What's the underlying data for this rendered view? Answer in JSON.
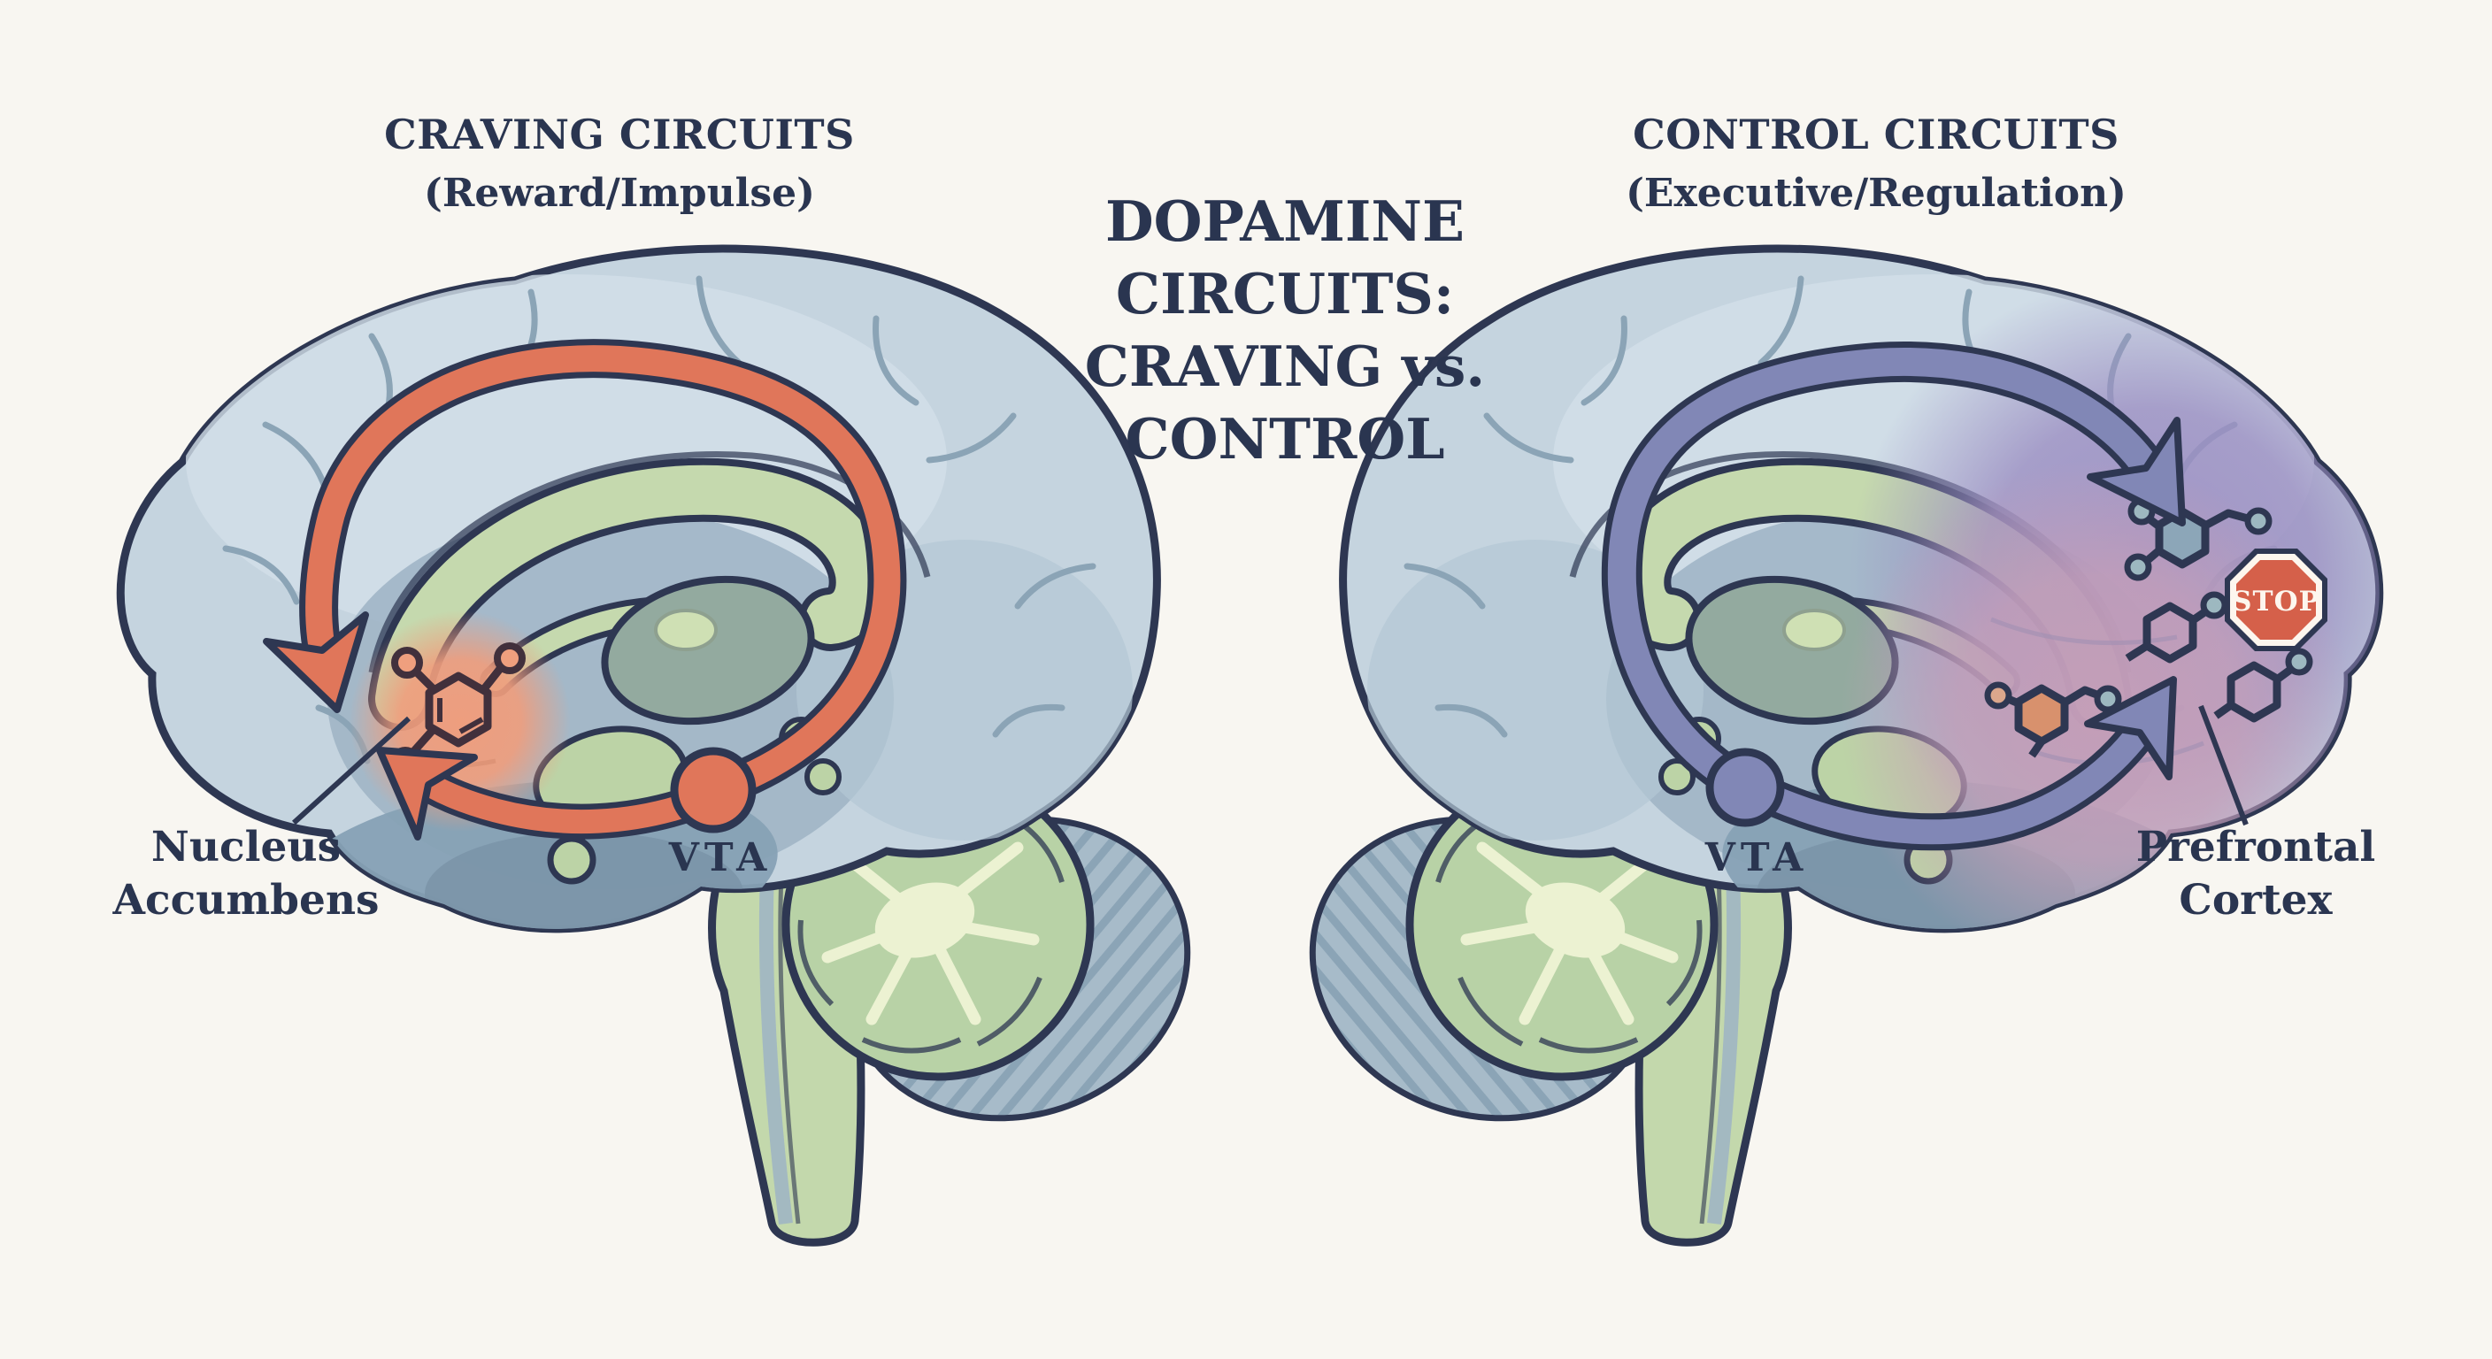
{
  "title": {
    "line1": "DOPAMINE CIRCUITS:",
    "line2": "CRAVING vs. CONTROL"
  },
  "left_panel": {
    "heading": "CRAVING CIRCUITS",
    "subheading": "(Reward/Impulse)",
    "labels": {
      "nucleus_accumbens": "Nucleus Accumbens",
      "vta": "VTA"
    }
  },
  "right_panel": {
    "heading": "CONTROL CIRCUITS",
    "subheading": "(Executive/Regulation)",
    "labels": {
      "vta": "VTA",
      "prefrontal_cortex": "Prefrontal Cortex"
    },
    "stop_sign": "STOP"
  },
  "icons": {
    "stop_sign": "stop-sign-icon",
    "dopamine_molecule": "dopamine-molecule-icon"
  },
  "colors": {
    "background": "#f8f6f1",
    "text_navy": "#2a3550",
    "outline_navy": "#2e3752",
    "cortex_blue": "#c5d4df",
    "limbic_green": "#c5d9ae",
    "craving_accent": "#e0765a",
    "control_accent": "#8187b6",
    "nacc_highlight": "#f09d7c",
    "pfc_highlight_purple": "#9b8ec2",
    "pfc_highlight_pink": "#c89fb7",
    "stop_red": "#d5604a"
  }
}
